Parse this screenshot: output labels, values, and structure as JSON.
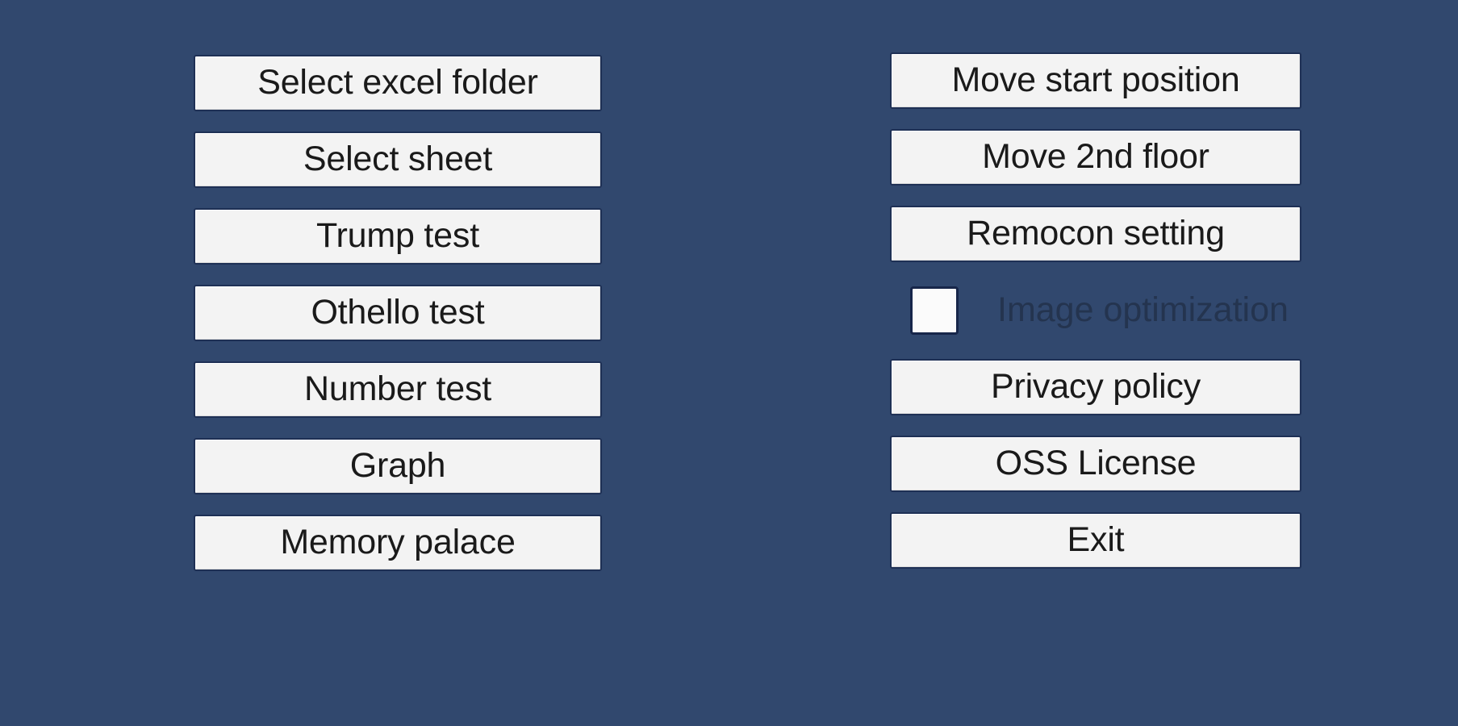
{
  "window": {
    "background_color": "#31486e",
    "button_face_color": "#f3f3f3",
    "button_border_color": "#1e3055",
    "button_text_color": "#1a1a1a",
    "disabled_label_color": "#24344f"
  },
  "left_column": {
    "buttons": [
      {
        "label": "Select excel folder",
        "name": "select-excel-folder-button"
      },
      {
        "label": "Select sheet",
        "name": "select-sheet-button"
      },
      {
        "label": "Trump test",
        "name": "trump-test-button"
      },
      {
        "label": "Othello test",
        "name": "othello-test-button"
      },
      {
        "label": "Number test",
        "name": "number-test-button"
      },
      {
        "label": "Graph",
        "name": "graph-button"
      },
      {
        "label": "Memory palace",
        "name": "memory-palace-button"
      }
    ]
  },
  "right_column": {
    "buttons_top": [
      {
        "label": "Move start position",
        "name": "move-start-position-button"
      },
      {
        "label": "Move 2nd floor",
        "name": "move-2nd-floor-button"
      },
      {
        "label": "Remocon setting",
        "name": "remocon-setting-button"
      }
    ],
    "checkbox": {
      "label": "Image optimization",
      "checked": false
    },
    "buttons_bottom": [
      {
        "label": "Privacy policy",
        "name": "privacy-policy-button"
      },
      {
        "label": "OSS License",
        "name": "oss-license-button"
      },
      {
        "label": "Exit",
        "name": "exit-button"
      }
    ]
  }
}
